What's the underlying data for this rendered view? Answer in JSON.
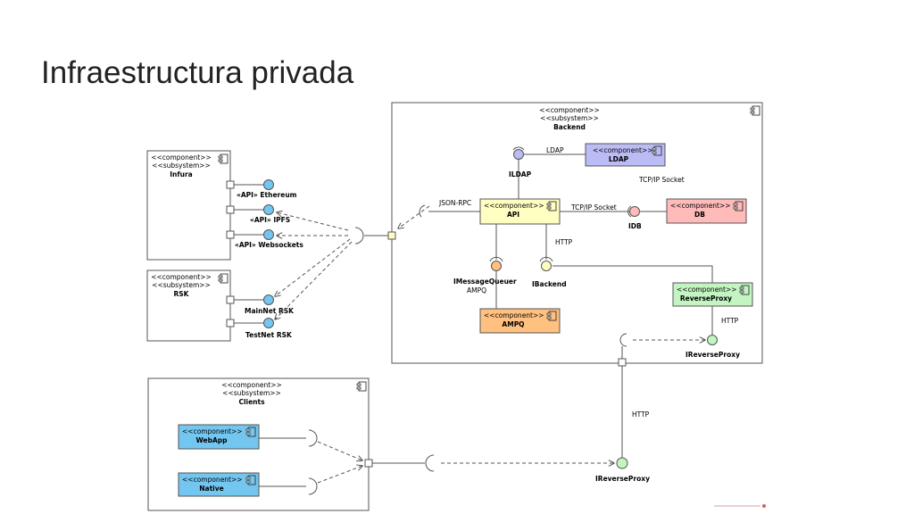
{
  "slide": {
    "title": "Infraestructura privada"
  },
  "stereotypes": {
    "component": "<<component>>",
    "subsystem": "<<subsystem>>"
  },
  "subsystems": {
    "backend": {
      "name": "Backend"
    },
    "infura": {
      "name": "Infura"
    },
    "rsk": {
      "name": "RSK"
    },
    "clients": {
      "name": "Clients"
    }
  },
  "components": {
    "ldap": {
      "name": "LDAP",
      "color": "#bbbbf5"
    },
    "api": {
      "name": "API",
      "color": "#ffffc2"
    },
    "db": {
      "name": "DB",
      "color": "#ffbaba"
    },
    "ampq": {
      "name": "AMPQ",
      "color": "#ffc080"
    },
    "reverse_proxy": {
      "name": "ReverseProxy",
      "color": "#c2f5c2"
    },
    "webapp": {
      "name": "WebApp",
      "color": "#73c6f0"
    },
    "native": {
      "name": "Native",
      "color": "#73c6f0"
    }
  },
  "interfaces": {
    "ildap": {
      "name": "ILDAP",
      "color": "#bbbbf5"
    },
    "idb": {
      "name": "IDB",
      "color": "#ffbaba"
    },
    "imessagequeuer": {
      "name": "IMessageQueuer",
      "color": "#ffc080"
    },
    "ibackend": {
      "name": "IBackend",
      "color": "#ffffc2"
    },
    "ireverseproxy_backend": {
      "name": "IReverseProxy",
      "color": "#c2f5c2"
    },
    "ireverseproxy_clients": {
      "name": "IReverseProxy",
      "color": "#c2f5c2"
    },
    "ethereum": {
      "name": "«API» Ethereum",
      "color": "#73c6f0"
    },
    "ipfs": {
      "name": "«API» IPFS",
      "color": "#73c6f0"
    },
    "websockets": {
      "name": "«API» Websockets",
      "color": "#73c6f0"
    },
    "mainnet": {
      "name": "MainNet RSK",
      "color": "#73c6f0"
    },
    "testnet": {
      "name": "TestNet RSK",
      "color": "#73c6f0"
    }
  },
  "connector_labels": {
    "ldap": "LDAP",
    "tcp_socket_top": "TCP/IP Socket",
    "tcp_socket_api": "TCP/IP Socket",
    "json_rpc": "JSON-RPC",
    "http_api": "HTTP",
    "ampq": "AMPQ",
    "http_proxy": "HTTP",
    "http_clients": "HTTP"
  },
  "colors": {
    "stroke": "#555555",
    "port_yellow": "#ffffc2",
    "port_white": "#ffffff"
  }
}
